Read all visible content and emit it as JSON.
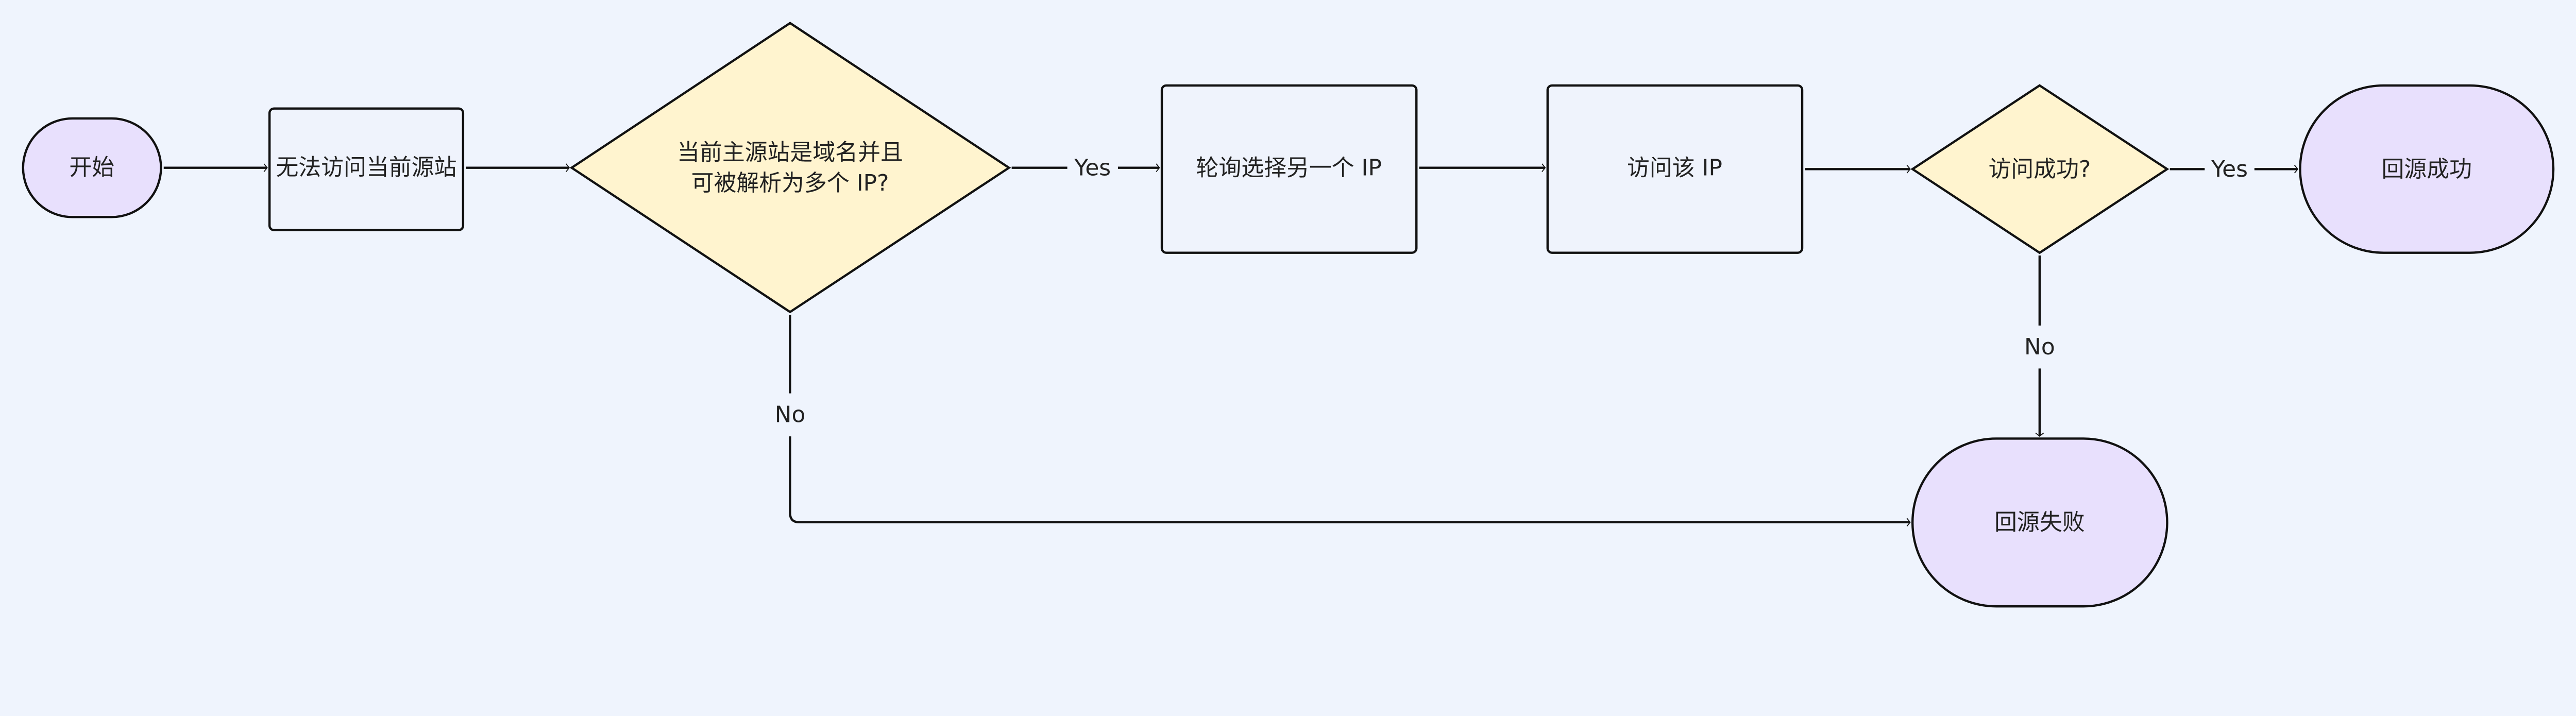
{
  "colors": {
    "background": "#eff4fd",
    "terminal": "#e8e0fd",
    "decision": "#fff4cf",
    "process": "#eff3fc",
    "stroke": "#111111"
  },
  "nodes": {
    "start": "开始",
    "cannot_access": "无法访问当前源站",
    "decision_domain_line1": "当前主源站是域名并且",
    "decision_domain_line2": "可被解析为多个 IP?",
    "poll_ip": "轮询选择另一个 IP",
    "access_ip": "访问该 IP",
    "decision_success": "访问成功?",
    "success": "回源成功",
    "fail": "回源失败"
  },
  "edges": {
    "yes1": "Yes",
    "no1": "No",
    "yes2": "Yes",
    "no2": "No"
  }
}
